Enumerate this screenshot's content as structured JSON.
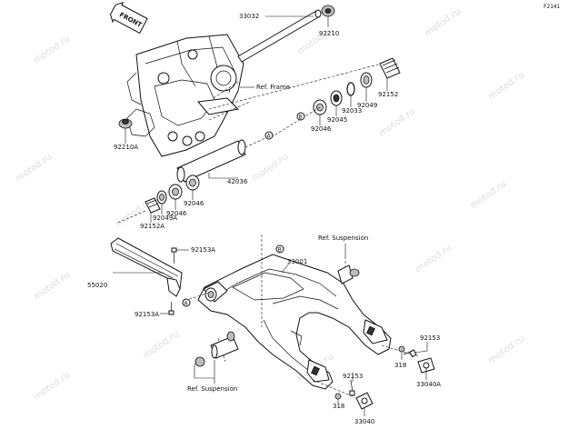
{
  "diagram": {
    "figure_code": "F2141",
    "front_label": "FRONT",
    "watermark": "motod.ru",
    "ref_labels": {
      "ref_frame": "Ref. Frame",
      "ref_suspension_top": "Ref. Suspension",
      "ref_suspension_bottom": "Ref. Suspension"
    },
    "markers": {
      "a_top": "A",
      "a_bottom": "A",
      "b_top": "B",
      "b_bottom": "B"
    },
    "part_numbers": {
      "p33032": "33032",
      "p92210": "92210",
      "p92210A": "92210A",
      "p92152": "92152",
      "p92049": "92049",
      "p92033": "92033",
      "p92045": "92045",
      "p92046_top": "92046",
      "p42036": "42036",
      "p92046_mid": "92046",
      "p92046_low": "92046",
      "p92049A": "92049A",
      "p92152A": "92152A",
      "p92153A_top": "92153A",
      "p55020": "55020",
      "p92153A_bottom": "92153A",
      "p33001": "33001",
      "p92153_right": "92153",
      "p318_right": "318",
      "p33040A": "33040A",
      "p92153_bottom": "92153",
      "p318_bottom": "318",
      "p33040": "33040"
    }
  }
}
